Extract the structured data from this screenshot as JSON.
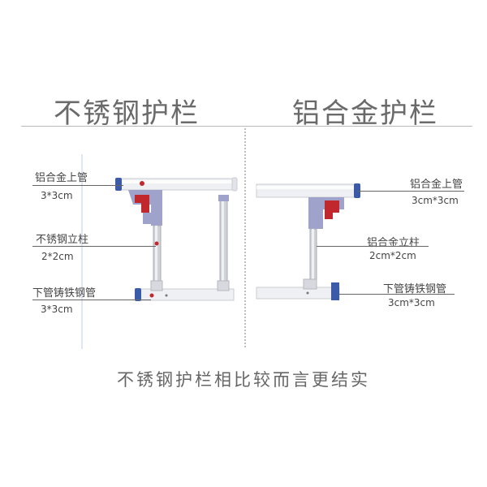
{
  "left": {
    "title": "不锈钢护栏",
    "top_tube": {
      "name": "铝合金上管",
      "size": "3*3cm"
    },
    "post": {
      "name": "不锈钢立柱",
      "size": "2*2cm"
    },
    "bottom_tube": {
      "name": "下管铸铁钢管",
      "size": "3*3cm"
    }
  },
  "right": {
    "title": "铝合金护栏",
    "top_tube": {
      "name": "铝合金上管",
      "size": "3cm*3cm"
    },
    "post": {
      "name": "铝合金立柱",
      "size": "2cm*2cm"
    },
    "bottom_tube": {
      "name": "下管铸铁钢管",
      "size": "3cm*3cm"
    }
  },
  "footer": "不锈钢护栏相比较而言更结实",
  "colors": {
    "accent_red": "#c0282d",
    "cap_blue": "#3b5aa8",
    "bracket_lavender": "#9fa3cc"
  }
}
